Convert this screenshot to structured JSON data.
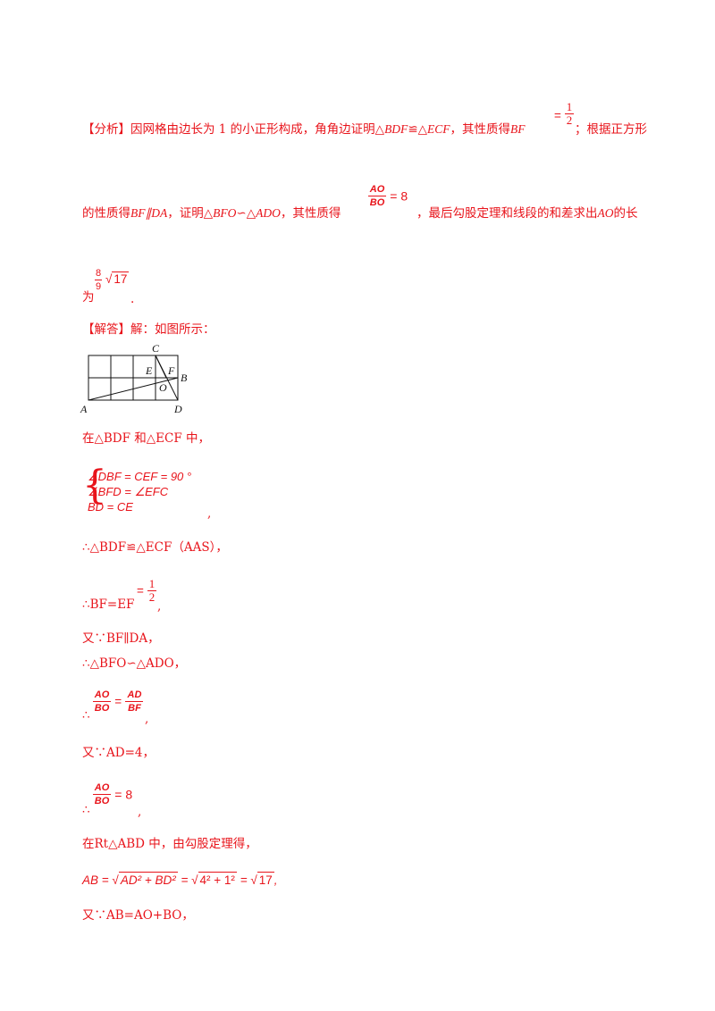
{
  "analysis": {
    "tag": "【分析】",
    "line1_a": "因网格由边长为 1 的小正形构成，角角边证明△",
    "line1_b": "BDF",
    "line1_c": "≌△",
    "line1_d": "ECF",
    "line1_e": "，其性质得",
    "line1_f": "BF",
    "line1_eq": "=",
    "line1_frac_num": "1",
    "line1_frac_den": "2",
    "line1_g": "；根据正方形",
    "line2_a": "的性质得",
    "line2_b": "BF∥DA",
    "line2_c": "，证明△",
    "line2_d": "BFO",
    "line2_e": "∽△",
    "line2_f": "ADO",
    "line2_g": "，其性质得",
    "line2_frac_num": "AO",
    "line2_frac_den": "BO",
    "line2_eq": "= 8",
    "line2_h": "，最后勾股定理和线段的和差求出",
    "line2_i": "AO",
    "line2_j": "的长",
    "line3_a": "为",
    "line3_frac_num": "8",
    "line3_frac_den": "9",
    "line3_rad": "17",
    "line3_end": "."
  },
  "solution": {
    "tag": "【解答】",
    "intro": "解：如图所示：",
    "figure_labels": [
      "C",
      "E",
      "F",
      "B",
      "O",
      "A",
      "D"
    ],
    "s1": "在△BDF 和△ECF 中，",
    "sys1": "∠DBF = CEF = 90 °",
    "sys2": "∠BFD = ∠EFC",
    "sys3": "BD = CE",
    "sys_end": ",",
    "s2": "∴△BDF≌△ECF（AAS），",
    "s3_a": "∴BF=EF",
    "s3_eq": "=",
    "s3_num": "1",
    "s3_den": "2",
    "s3_end": ",",
    "s4": "又∵BF∥DA，",
    "s5": "∴△BFO∽△ADO，",
    "s6_pre": "∴",
    "s6_n1": "AO",
    "s6_d1": "BO",
    "s6_eq": "=",
    "s6_n2": "AD",
    "s6_d2": "BF",
    "s6_end": ",",
    "s7": "又∵AD=4，",
    "s8_pre": "∴",
    "s8_n": "AO",
    "s8_d": "BO",
    "s8_eq": "= 8",
    "s8_end": ",",
    "s9": "在Rt△ABD 中，由勾股定理得，",
    "s10_a": "AB = ",
    "s10_r1": "AD² + BD²",
    "s10_b": " = ",
    "s10_r2": "4² + 1²",
    "s10_c": " = ",
    "s10_r3": "17",
    "s10_end": ",",
    "s11": "又∵AB=AO+BO，"
  }
}
